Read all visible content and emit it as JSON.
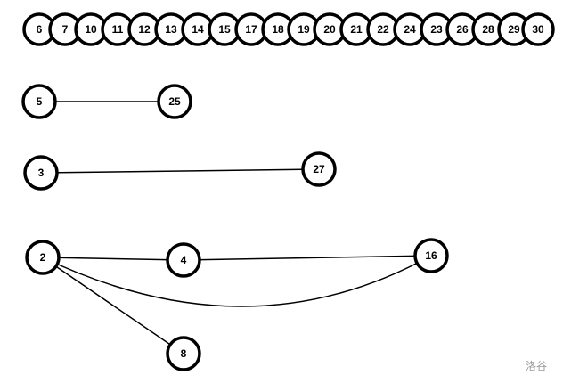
{
  "graph": {
    "top_row": [
      "6",
      "7",
      "10",
      "11",
      "12",
      "13",
      "14",
      "15",
      "17",
      "18",
      "19",
      "20",
      "21",
      "22",
      "24",
      "23",
      "26",
      "28",
      "29",
      "30"
    ],
    "nodes": [
      {
        "id": "5",
        "label": "5"
      },
      {
        "id": "25",
        "label": "25"
      },
      {
        "id": "3",
        "label": "3"
      },
      {
        "id": "27",
        "label": "27"
      },
      {
        "id": "2",
        "label": "2"
      },
      {
        "id": "4",
        "label": "4"
      },
      {
        "id": "16",
        "label": "16"
      },
      {
        "id": "8",
        "label": "8"
      }
    ],
    "edges": [
      {
        "from": "5",
        "to": "25"
      },
      {
        "from": "3",
        "to": "27"
      },
      {
        "from": "2",
        "to": "4"
      },
      {
        "from": "4",
        "to": "16"
      },
      {
        "from": "2",
        "to": "16"
      },
      {
        "from": "2",
        "to": "8"
      }
    ]
  },
  "watermark": {
    "text": "洛谷"
  }
}
